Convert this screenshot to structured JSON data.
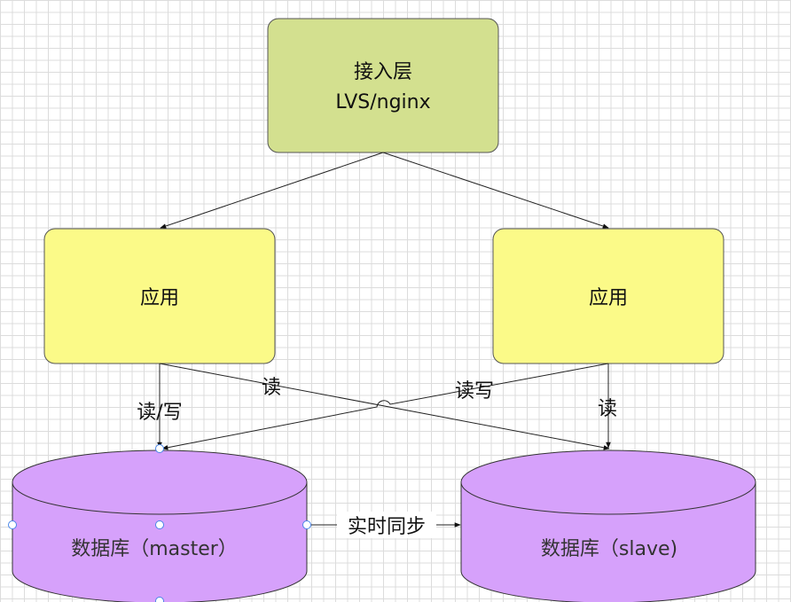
{
  "nodes": {
    "access_layer": {
      "line1": "接入层",
      "line2": "LVS/nginx",
      "fill": "#d3e08f"
    },
    "app_left": {
      "label": "应用",
      "fill": "#fbfa88"
    },
    "app_right": {
      "label": "应用",
      "fill": "#fbfa88"
    },
    "db_master": {
      "label": "数据库（master）",
      "fill": "#d6a1fb"
    },
    "db_slave": {
      "label": "数据库（slave)",
      "fill": "#d6a1fb"
    }
  },
  "edges": {
    "left_to_master": "读/写",
    "left_to_slave": "读",
    "right_to_master": "读写",
    "right_to_slave": "读",
    "master_to_slave": "实时同步"
  }
}
